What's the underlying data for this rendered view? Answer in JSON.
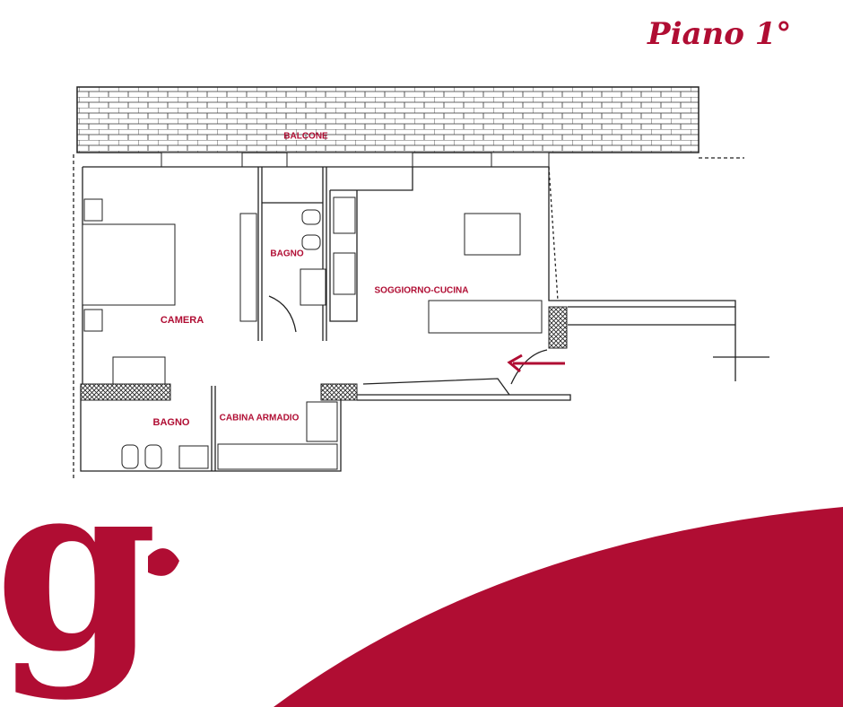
{
  "title": "Piano 1°",
  "brand_color": "#b00d33",
  "logo_letter": "g",
  "rooms": {
    "balcone": "BALCONE",
    "bagno_1": "BAGNO",
    "camera": "CAMERA",
    "soggiorno_cucina": "SOGGIORNO-CUCINA",
    "bagno_2": "BAGNO",
    "cabina_armadio": "CABINA ARMADIO"
  },
  "entrance_arrow_icon": "arrow-left-icon"
}
